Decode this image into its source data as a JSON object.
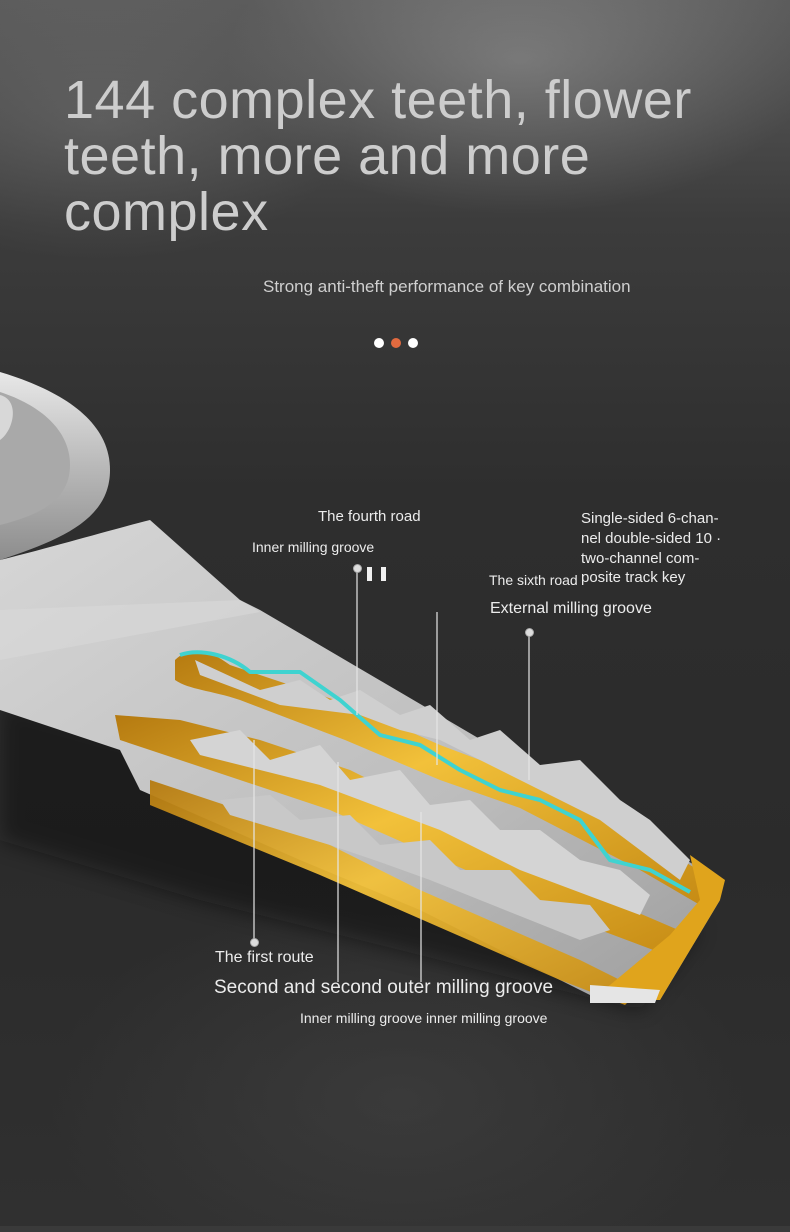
{
  "heading": {
    "title": "144 complex teeth, flower teeth, more and more complex",
    "subtitle": "Strong anti-theft performance of key combination"
  },
  "carousel": {
    "dot_count": 3,
    "active_index": 1,
    "active_color": "#e26a3f"
  },
  "labels": {
    "fourth_road": "The fourth road",
    "inner_milling_groove": "Inner milling groove",
    "single_sided": "Single-sided 6-chan-",
    "double_sided": "nel double-sided 10 ·",
    "two_channel": "two-channel com-",
    "composite": "posite track key",
    "sixth_road": "The sixth road",
    "external_milling_groove": "External milling groove",
    "first_route": "The first route",
    "second_outer": "Second and second outer milling groove",
    "inner_inner": "Inner milling groove inner milling groove"
  },
  "colors": {
    "gold": "#e0a41c",
    "cyan_track": "#3fd3d0",
    "silver": "#c9c9c9"
  }
}
